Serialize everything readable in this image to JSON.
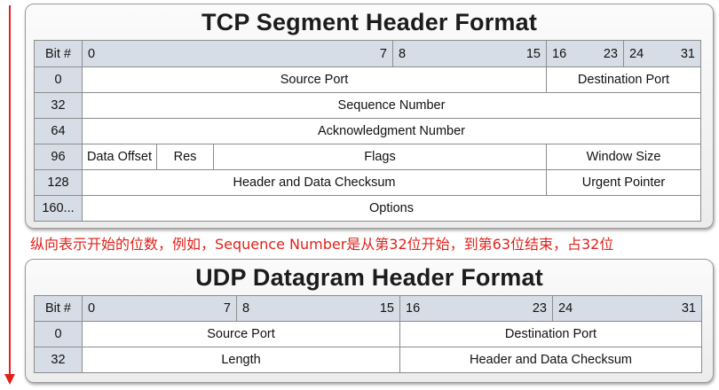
{
  "arrow_color": "#e0221b",
  "header_fill": "#d7dde6",
  "tcp": {
    "title": "TCP Segment Header Format",
    "bit_label": "Bit #",
    "bit_ticks": [
      "0",
      "7",
      "8",
      "15",
      "16",
      "23",
      "24",
      "31"
    ],
    "rows": [
      {
        "offset": "0",
        "fields": [
          "Source Port",
          "Destination Port"
        ]
      },
      {
        "offset": "32",
        "fields": [
          "Sequence Number"
        ]
      },
      {
        "offset": "64",
        "fields": [
          "Acknowledgment Number"
        ]
      },
      {
        "offset": "96",
        "fields": [
          "Data Offset",
          "Res",
          "Flags",
          "Window Size"
        ]
      },
      {
        "offset": "128",
        "fields": [
          "Header and Data Checksum",
          "Urgent Pointer"
        ]
      },
      {
        "offset": "160...",
        "fields": [
          "Options"
        ]
      }
    ]
  },
  "note": "纵向表示开始的位数，例如，Sequence Number是从第32位开始，到第63位结束，占32位",
  "udp": {
    "title": "UDP Datagram Header Format",
    "bit_label": "Bit #",
    "bit_ticks": [
      "0",
      "7",
      "8",
      "15",
      "16",
      "23",
      "24",
      "31"
    ],
    "rows": [
      {
        "offset": "0",
        "fields": [
          "Source Port",
          "Destination Port"
        ]
      },
      {
        "offset": "32",
        "fields": [
          "Length",
          "Header and Data Checksum"
        ]
      }
    ]
  }
}
